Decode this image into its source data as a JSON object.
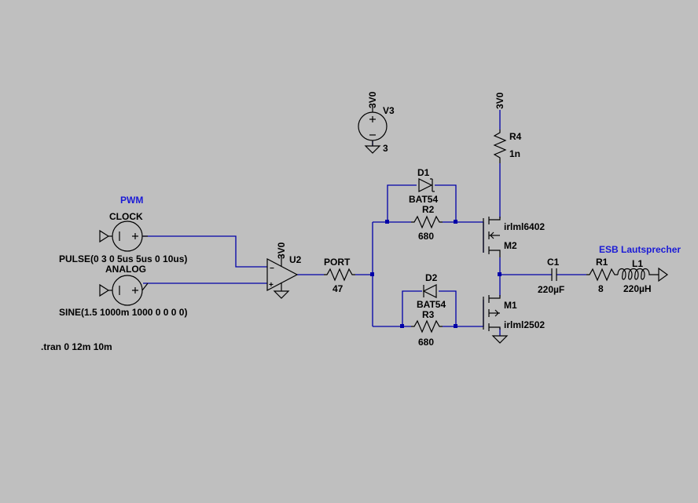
{
  "netlabels": {
    "pwm": "PWM",
    "port": "PORT",
    "esb": "ESB Lautsprecher",
    "v3_top": "3V0",
    "r4_top": "3V0",
    "u2_supply": "3V0"
  },
  "sources": {
    "clock": {
      "name": "CLOCK",
      "value": "PULSE(0 3 0 5us 5us 0 10us)"
    },
    "analog": {
      "name": "ANALOG",
      "value": "SINE(1.5 1000m 1000 0 0 0 0)"
    },
    "v3": {
      "name": "V3",
      "value": "3"
    }
  },
  "components": {
    "u2": {
      "name": "U2"
    },
    "r_port": {
      "value": "47"
    },
    "d1": {
      "name": "D1",
      "value": "BAT54"
    },
    "r2": {
      "name": "R2",
      "value": "680"
    },
    "d2": {
      "name": "D2",
      "value": "BAT54"
    },
    "r3": {
      "name": "R3",
      "value": "680"
    },
    "r4": {
      "name": "R4",
      "value": "1n"
    },
    "m2": {
      "name": "M2",
      "value": "irlml6402"
    },
    "m1": {
      "name": "M1",
      "value": "irlml2502"
    },
    "c1": {
      "name": "C1",
      "value": "220µF"
    },
    "r1": {
      "name": "R1",
      "value": "8"
    },
    "l1": {
      "name": "L1",
      "value": "220µH"
    }
  },
  "directive": ".tran 0 12m 10m",
  "colors": {
    "background": "#bfbfbf",
    "wire": "#0000a8",
    "netlabel": "#1a1ad6"
  }
}
